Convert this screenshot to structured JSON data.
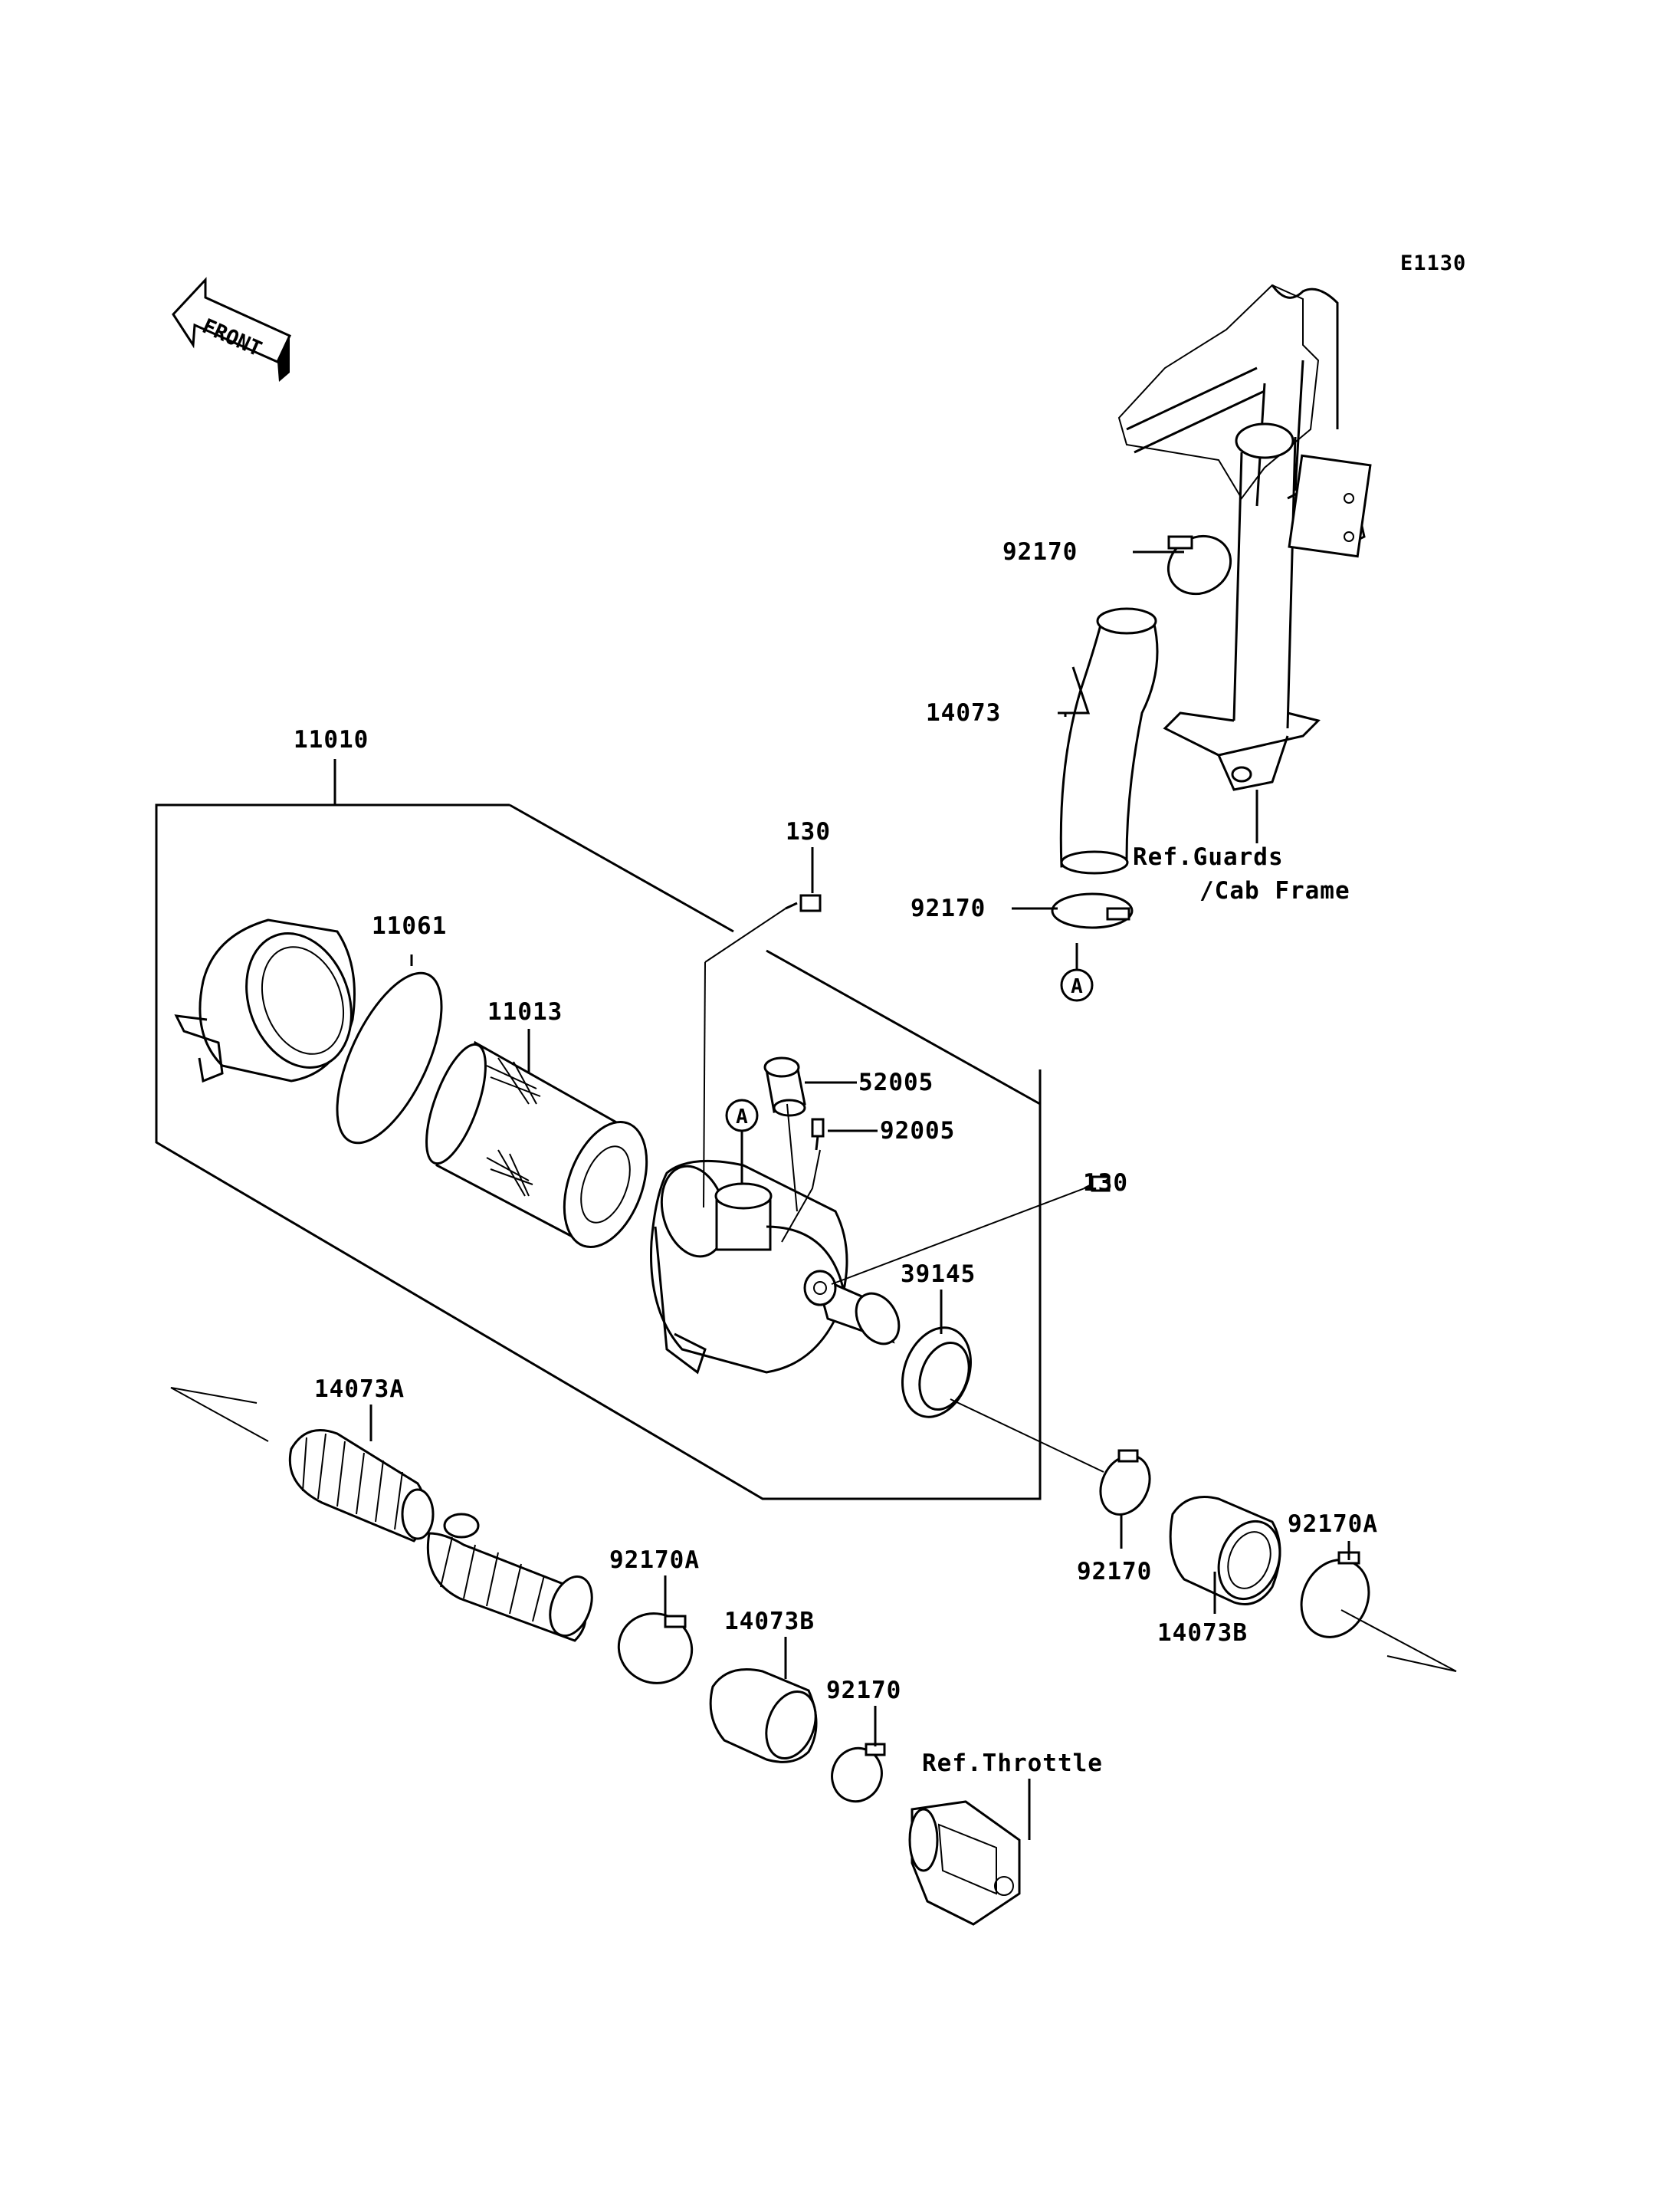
{
  "diagram_code": "E1130",
  "front_arrow": "FRONT",
  "ref_marker": "A",
  "labels": {
    "p92170_top": "92170",
    "p14073": "14073",
    "p92170_mid": "92170",
    "ref_guards_1": "Ref.Guards",
    "ref_guards_2": "/Cab Frame",
    "p11010": "11010",
    "p130_top": "130",
    "p11061": "11061",
    "p11013": "11013",
    "p52005": "52005",
    "p92005": "92005",
    "p130_right": "130",
    "p39145": "39145",
    "p14073A": "14073A",
    "p92170A_left": "92170A",
    "p14073B_left": "14073B",
    "p92170_lower": "92170",
    "ref_throttle": "Ref.Throttle",
    "p92170_right": "92170",
    "p14073B_right": "14073B",
    "p92170A_right": "92170A"
  },
  "icons": {
    "front": "front-arrow-icon",
    "marker": "circle-a-marker-icon"
  }
}
